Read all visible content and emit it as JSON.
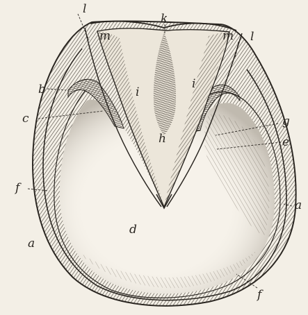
{
  "labels": {
    "a_left": "a",
    "a_right": "a",
    "b": "b",
    "c": "c",
    "d": "d",
    "e": "e",
    "f_left": "f",
    "f_bottom": "f",
    "g": "g",
    "h": "h",
    "i_left": "i",
    "i_right": "i",
    "k": "k",
    "l_left": "l",
    "l_right": "l",
    "m_left": "m",
    "m_right": "m"
  },
  "colors": {
    "paper": "#f3efe6",
    "ink": "#2b2722"
  }
}
